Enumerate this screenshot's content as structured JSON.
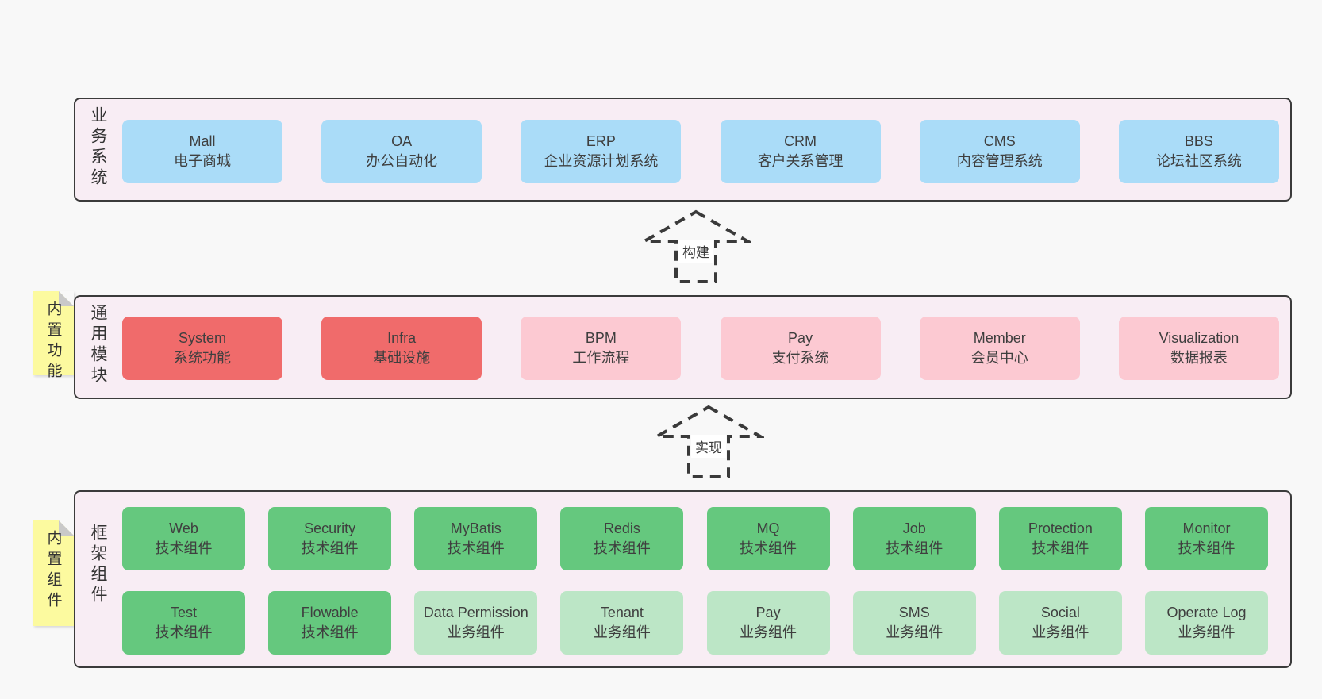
{
  "palette": {
    "page_bg": "#f8f8f8",
    "panel_bg": "#f8edf4",
    "panel_border": "#3b3b3b",
    "blue_box": "#aadcf8",
    "red_box": "#f06b6b",
    "pink_box": "#fcc9d2",
    "green_box": "#65c87e",
    "light_green_box": "#bce6c6",
    "sticky_note_yellow": "#fcfa9f",
    "text": "#3b3b3b"
  },
  "business_layer": {
    "label": "业务系统",
    "boxes": [
      {
        "title": "Mall",
        "subtitle": "电子商城"
      },
      {
        "title": "OA",
        "subtitle": "办公自动化"
      },
      {
        "title": "ERP",
        "subtitle": "企业资源计划系统"
      },
      {
        "title": "CRM",
        "subtitle": "客户关系管理"
      },
      {
        "title": "CMS",
        "subtitle": "内容管理系统"
      },
      {
        "title": "BBS",
        "subtitle": "论坛社区系统"
      }
    ]
  },
  "build_arrow": {
    "label": "构建"
  },
  "module_layer": {
    "label": "通用模块",
    "sticky_note": "内置功能",
    "boxes": [
      {
        "title": "System",
        "subtitle": "系统功能"
      },
      {
        "title": "Infra",
        "subtitle": "基础设施"
      },
      {
        "title": "BPM",
        "subtitle": "工作流程"
      },
      {
        "title": "Pay",
        "subtitle": "支付系统"
      },
      {
        "title": "Member",
        "subtitle": "会员中心"
      },
      {
        "title": "Visualization",
        "subtitle": "数据报表"
      }
    ]
  },
  "implement_arrow": {
    "label": "实现"
  },
  "component_layer": {
    "label": "框架组件",
    "sticky_note": "内置组件",
    "row1": [
      {
        "title": "Web",
        "subtitle": "技术组件"
      },
      {
        "title": "Security",
        "subtitle": "技术组件"
      },
      {
        "title": "MyBatis",
        "subtitle": "技术组件"
      },
      {
        "title": "Redis",
        "subtitle": "技术组件"
      },
      {
        "title": "MQ",
        "subtitle": "技术组件"
      },
      {
        "title": "Job",
        "subtitle": "技术组件"
      },
      {
        "title": "Protection",
        "subtitle": "技术组件"
      },
      {
        "title": "Monitor",
        "subtitle": "技术组件"
      }
    ],
    "row2": [
      {
        "title": "Test",
        "subtitle": "技术组件"
      },
      {
        "title": "Flowable",
        "subtitle": "技术组件"
      },
      {
        "title": "Data Permission",
        "subtitle": "业务组件"
      },
      {
        "title": "Tenant",
        "subtitle": "业务组件"
      },
      {
        "title": "Pay",
        "subtitle": "业务组件"
      },
      {
        "title": "SMS",
        "subtitle": "业务组件"
      },
      {
        "title": "Social",
        "subtitle": "业务组件"
      },
      {
        "title": "Operate Log",
        "subtitle": "业务组件"
      }
    ]
  }
}
